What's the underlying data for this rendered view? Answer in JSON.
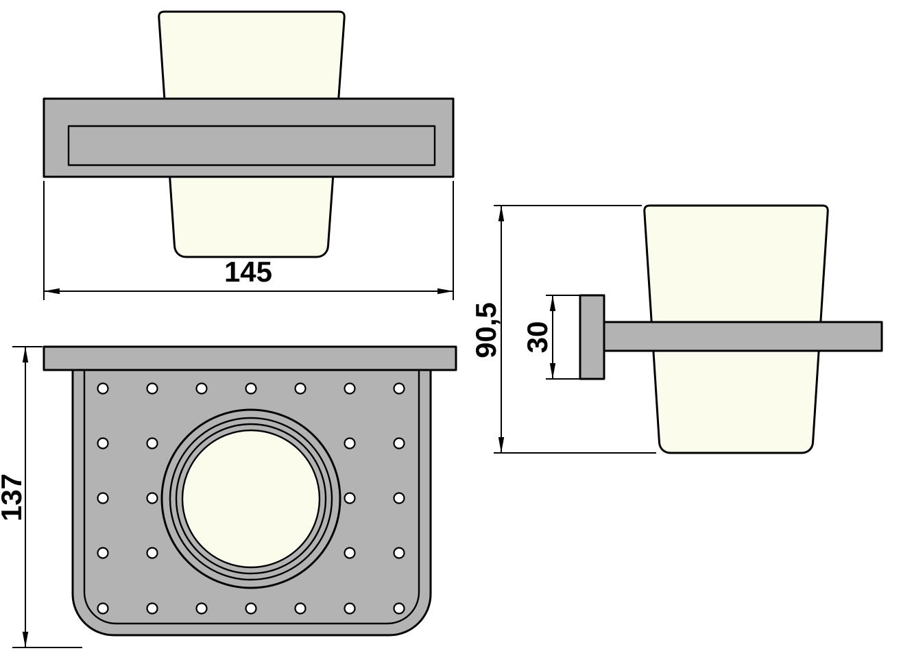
{
  "drawing": {
    "type": "technical-drawing",
    "subject": "wall-mounted glass tumbler holder, three orthographic views"
  },
  "dimensions": {
    "front_width": "145",
    "plate_depth": "137",
    "overall_height": "90,5",
    "mount_height": "30"
  },
  "colors": {
    "metal": "#b3b3b3",
    "glass": "#fcfcec",
    "outline": "#000000",
    "background": "#ffffff"
  }
}
